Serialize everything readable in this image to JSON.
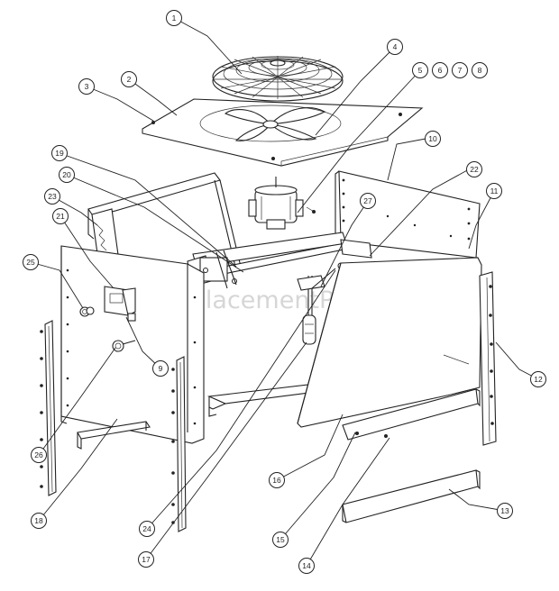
{
  "watermark": "eReplacementParts.com",
  "callouts": {
    "c1": "1",
    "c2": "2",
    "c3": "3",
    "c4": "4",
    "c5": "5",
    "c6": "6",
    "c7": "7",
    "c8": "8",
    "c9": "9",
    "c10": "10",
    "c11": "11",
    "c12": "12",
    "c13": "13",
    "c14": "14",
    "c15": "15",
    "c16": "16",
    "c17": "17",
    "c18": "18",
    "c19": "19",
    "c20": "20",
    "c21": "21",
    "c22": "22",
    "c23": "23",
    "c24": "24",
    "c25": "25",
    "c26": "26",
    "c27": "27"
  }
}
